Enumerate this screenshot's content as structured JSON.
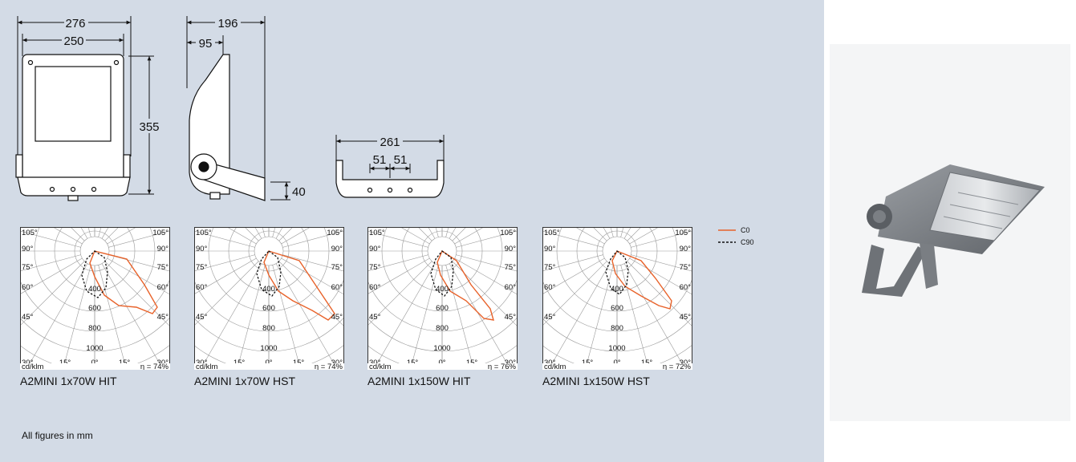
{
  "dimensions": {
    "front": {
      "outer_width": "276",
      "inner_width": "250",
      "height": "355"
    },
    "side": {
      "depth": "196",
      "offset": "95",
      "bracket_height": "40"
    },
    "bottom": {
      "width": "261",
      "hole_spacing_left": "51",
      "hole_spacing_right": "51"
    }
  },
  "legend": {
    "entries": [
      {
        "label": "C0",
        "color": "#e8622a",
        "style": "solid"
      },
      {
        "label": "C90",
        "color": "#111111",
        "style": "dashed"
      }
    ]
  },
  "polar_axis": {
    "top_left": "105°",
    "top_right": "105°",
    "angle_labels_left": [
      "90°",
      "75°",
      "60°",
      "45°",
      "30°"
    ],
    "angle_labels_right": [
      "90°",
      "75°",
      "60°",
      "45°",
      "30°"
    ],
    "bottom_labels": [
      "15°",
      "0°",
      "15°"
    ],
    "radial_labels": [
      "400",
      "600",
      "800",
      "1000"
    ],
    "unit": "cd/klm"
  },
  "diagrams": [
    {
      "model": "A2MINI 1x70W HIT",
      "efficiency": "η = 74%"
    },
    {
      "model": "A2MINI 1x70W HST",
      "efficiency": "η = 74%"
    },
    {
      "model": "A2MINI 1x150W HIT",
      "efficiency": "η = 76%"
    },
    {
      "model": "A2MINI 1x150W HST",
      "efficiency": "η = 72%"
    }
  ],
  "footnote": "All figures in mm"
}
